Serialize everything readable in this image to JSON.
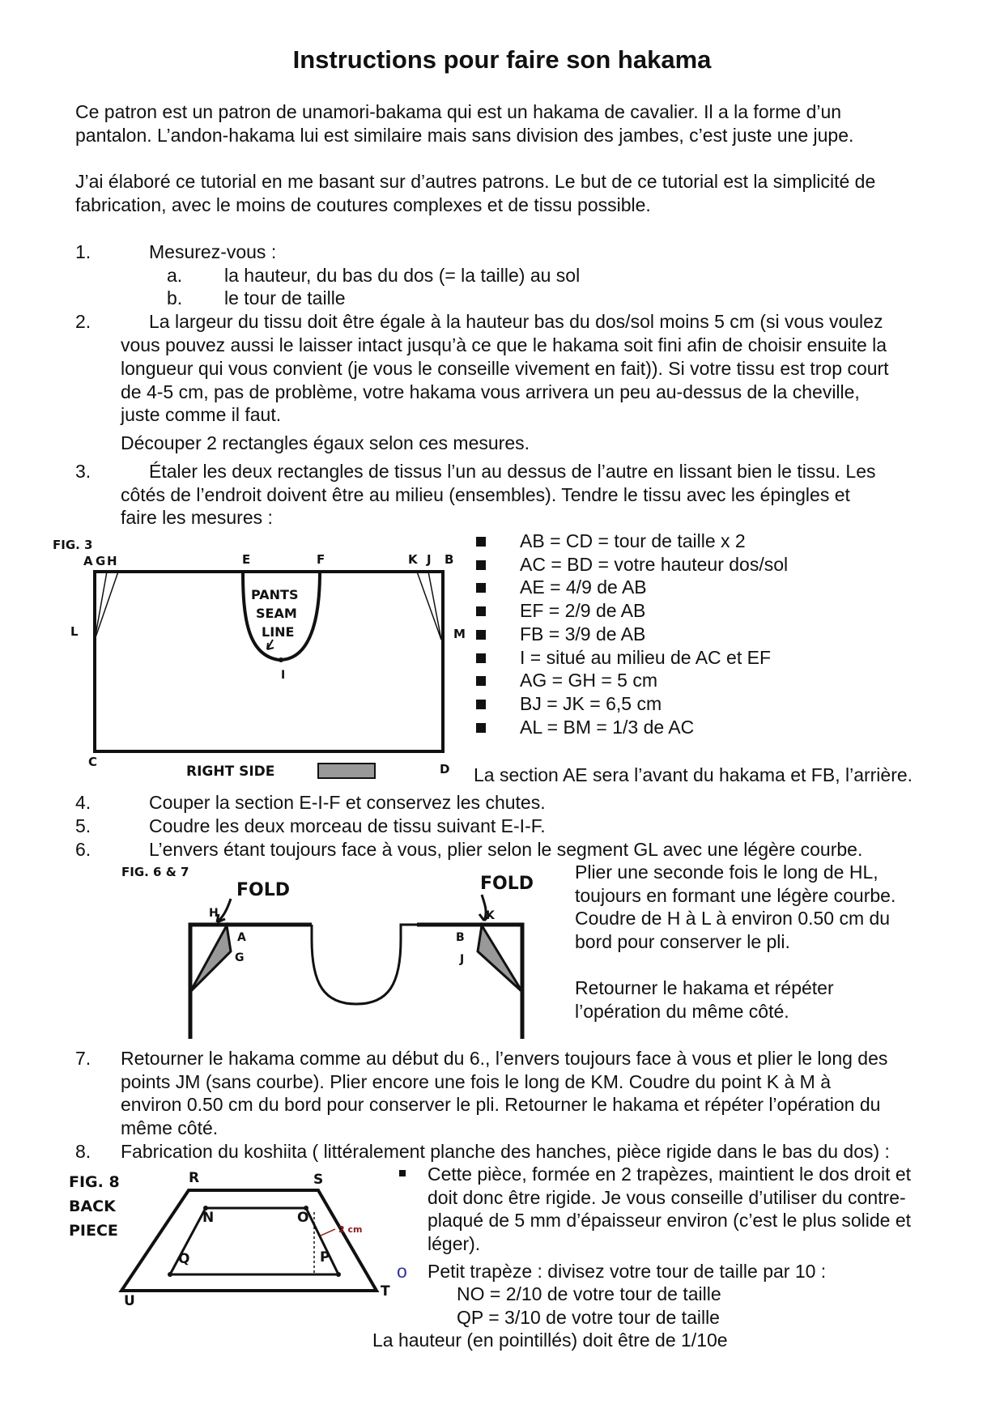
{
  "title": "Instructions pour faire son hakama",
  "intro": [
    "Ce patron est un patron de unamori-bakama qui est un hakama de cavalier. Il a la forme d’un",
    "pantalon. L’andon-hakama lui est similaire mais sans division des jambes, c’est juste une jupe.",
    "J’ai élaboré ce tutorial en me basant sur d’autres patrons. Le but de ce tutorial est la simplicité de",
    "fabrication, avec le moins de coutures complexes et de tissu possible."
  ],
  "step1": {
    "num": "1.",
    "text": "Mesurez-vous :",
    "a_letter": "a.",
    "a_text": "la hauteur, du bas du dos (= la taille) au sol",
    "b_letter": "b.",
    "b_text": "le tour de taille"
  },
  "step2": {
    "num": "2.",
    "lines": [
      "La largeur du tissu doit être égale à la hauteur bas du dos/sol moins 5 cm (si vous voulez",
      "vous pouvez aussi le laisser intact jusqu’à ce que le hakama soit fini afin de choisir ensuite la",
      "longueur qui vous convient (je vous le conseille vivement en fait)). Si votre tissu est trop court",
      "de 4-5 cm, pas de problème, votre hakama vous arrivera un peu au-dessus de la cheville,",
      "juste comme il faut."
    ],
    "extra": "Découper 2 rectangles égaux selon ces mesures."
  },
  "step3": {
    "num": "3.",
    "lines": [
      "Étaler les deux rectangles de tissus l’un au dessus de l’autre en lissant bien le tissu. Les",
      "côtés de l’endroit doivent être au milieu (ensembles). Tendre le tissu avec les épingles et",
      "faire les mesures :"
    ],
    "measures": [
      "AB = CD = tour de taille x 2",
      "AC = BD = votre hauteur dos/sol",
      "AE = 4/9 de AB",
      "EF = 2/9 de AB",
      "FB = 3/9 de AB",
      "I = situé au milieu de AC et EF",
      "AG = GH = 5 cm",
      "BJ = JK =  6,5 cm",
      "AL = BM = 1/3 de AC"
    ],
    "note": "La section AE sera l’avant du hakama et FB, l’arrière."
  },
  "fig3": {
    "label": "FIG. 3",
    "letters": {
      "A": "A",
      "G": "G",
      "H": "H",
      "E": "E",
      "F": "F",
      "K": "K",
      "J": "J",
      "B": "B",
      "L": "L",
      "M": "M",
      "I": "I",
      "C": "C",
      "D": "D"
    },
    "seam": [
      "PANTS",
      "SEAM",
      "LINE"
    ],
    "right_side": "RIGHT SIDE"
  },
  "step4": {
    "num": "4.",
    "text": "Couper la section E-I-F et conservez les chutes."
  },
  "step5": {
    "num": "5.",
    "text": "Coudre les deux morceau de tissu suivant E-I-F."
  },
  "step6": {
    "num": "6.",
    "text": "L’envers étant toujours face à vous, plier selon le segment GL avec une légère courbe.",
    "side": [
      "Plier une seconde fois le long de HL,",
      "toujours en formant une légère courbe.",
      "Coudre de H à L à environ 0.50 cm du",
      "bord pour conserver le pli.",
      "Retourner le hakama et répéter",
      "l’opération du même côté."
    ]
  },
  "fig67": {
    "label": "FIG. 6 & 7",
    "fold": "FOLD",
    "letters": {
      "H": "H",
      "A": "A",
      "G": "G",
      "B": "B",
      "K": "K",
      "J": "J"
    }
  },
  "step7": {
    "num": "7.",
    "lines": [
      "Retourner le hakama comme au début du 6., l’envers toujours face à vous et plier le long des",
      "points JM (sans courbe). Plier encore une fois le long de KM. Coudre du point K à M à",
      "environ 0.50 cm du bord pour conserver le pli. Retourner le hakama et répéter l’opération du",
      "même côté."
    ]
  },
  "step8": {
    "num": "8.",
    "text": "Fabrication du koshiita ( littéralement planche des hanches, pièce rigide dans le bas du dos) :",
    "bullet_lines": [
      "Cette pièce, formée en 2 trapèzes, maintient le dos droit et",
      "doit donc être rigide. Je vous conseille d’utiliser du contre-",
      "plaqué de 5 mm d’épaisseur environ (c’est le plus solide et",
      "léger)."
    ],
    "sub_marker": "o",
    "sub_text": "Petit trapèze : divisez votre tour de taille par 10 :",
    "no": "NO = 2/10 de votre tour de taille",
    "qp": "QP = 3/10 de votre tour de taille",
    "height": "La hauteur (en pointillés) doit être de 1/10e"
  },
  "fig8": {
    "label": [
      "FIG. 8",
      "BACK",
      "PIECE"
    ],
    "letters": {
      "R": "R",
      "S": "S",
      "N": "N",
      "O": "O",
      "Q": "Q",
      "P": "P",
      "U": "U",
      "T": "T"
    },
    "dim": "2 cm"
  }
}
